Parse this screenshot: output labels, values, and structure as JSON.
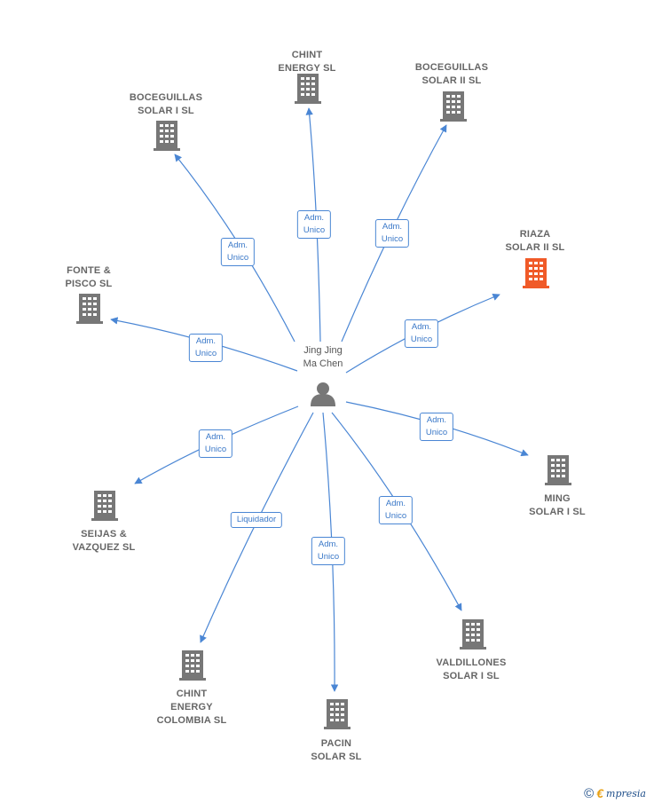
{
  "colors": {
    "edge": "#4a86d4",
    "company": "#777777",
    "company_active": "#f05a28",
    "person": "#777777"
  },
  "center": {
    "name": "Jing Jing\nMa Chen",
    "icon": "person-icon"
  },
  "nodes": [
    {
      "id": "chint-energy",
      "label": "CHINT\nENERGY  SL",
      "icon": "building-icon",
      "active": false,
      "edge_label": "Adm.\nUnico"
    },
    {
      "id": "boceguillas-solar-ii",
      "label": "BOCEGUILLAS\nSOLAR II  SL",
      "icon": "building-icon",
      "active": false,
      "edge_label": "Adm.\nUnico"
    },
    {
      "id": "boceguillas-solar-i",
      "label": "BOCEGUILLAS\nSOLAR I  SL",
      "icon": "building-icon",
      "active": false,
      "edge_label": "Adm.\nUnico"
    },
    {
      "id": "riaza-solar-ii",
      "label": "RIAZA\nSOLAR II  SL",
      "icon": "building-icon",
      "active": true,
      "edge_label": "Adm.\nUnico"
    },
    {
      "id": "fonte-pisco",
      "label": "FONTE &\nPISCO SL",
      "icon": "building-icon",
      "active": false,
      "edge_label": "Adm.\nUnico"
    },
    {
      "id": "ming-solar-i",
      "label": "MING\nSOLAR I  SL",
      "icon": "building-icon",
      "active": false,
      "edge_label": "Adm.\nUnico"
    },
    {
      "id": "seijas-vazquez",
      "label": "SEIJAS &\nVAZQUEZ SL",
      "icon": "building-icon",
      "active": false,
      "edge_label": "Adm.\nUnico"
    },
    {
      "id": "valdillones-solar-i",
      "label": "VALDILLONES\nSOLAR I  SL",
      "icon": "building-icon",
      "active": false,
      "edge_label": "Adm.\nUnico"
    },
    {
      "id": "chint-energy-colombia",
      "label": "CHINT\nENERGY\nCOLOMBIA  SL",
      "icon": "building-icon",
      "active": false,
      "edge_label": "Liquidador"
    },
    {
      "id": "pacin-solar",
      "label": "PACIN\nSOLAR SL",
      "icon": "building-icon",
      "active": false,
      "edge_label": "Adm.\nUnico"
    }
  ],
  "footer": {
    "copyright": "©",
    "brand_initial": "€",
    "brand_rest": "mpresia"
  }
}
